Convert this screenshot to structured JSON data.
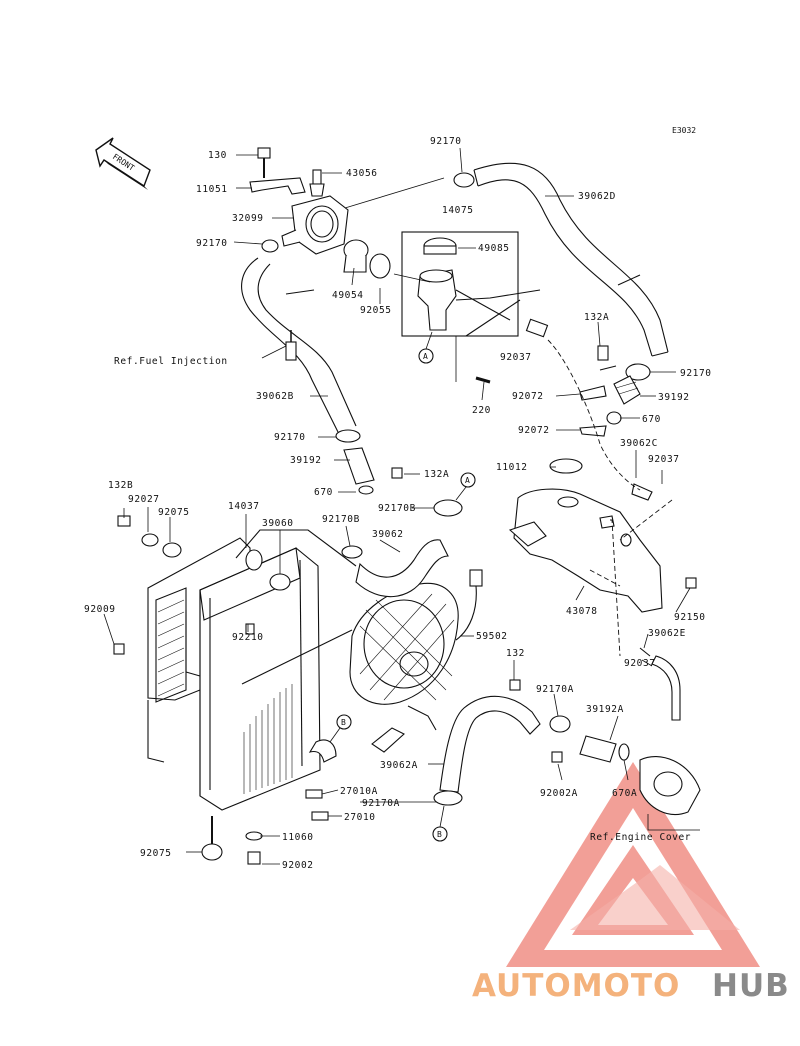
{
  "diagram": {
    "code": "E3032",
    "front_label": "FRONT",
    "ref_notes": [
      "Ref.Fuel Injection",
      "Ref.Engine Cover"
    ],
    "markers": [
      "A",
      "A",
      "B",
      "B"
    ],
    "part_numbers": [
      "130",
      "11051",
      "43056",
      "32099",
      "92170",
      "14075",
      "49085",
      "39062D",
      "92170",
      "49054",
      "92055",
      "132A",
      "92170",
      "39192",
      "670",
      "92037",
      "92072",
      "92072",
      "220",
      "39062B",
      "92170",
      "39192",
      "132A",
      "670",
      "11012",
      "39062C",
      "92037",
      "92170B",
      "92170B",
      "39062",
      "132B",
      "92027",
      "92075",
      "14037",
      "39060",
      "43078",
      "92150",
      "92009",
      "92210",
      "59502",
      "39062E",
      "92037",
      "132",
      "92170A",
      "39192A",
      "39062A",
      "92002A",
      "670A",
      "27010A",
      "92170A",
      "27010",
      "11060",
      "92075",
      "92002"
    ]
  },
  "watermark": {
    "brand_part1": "AUTOMOTO",
    "brand_part2": "HUB",
    "color_primary": "#f4b27c",
    "color_secondary": "#8a8a8a",
    "logo_color": "#e8685c"
  }
}
